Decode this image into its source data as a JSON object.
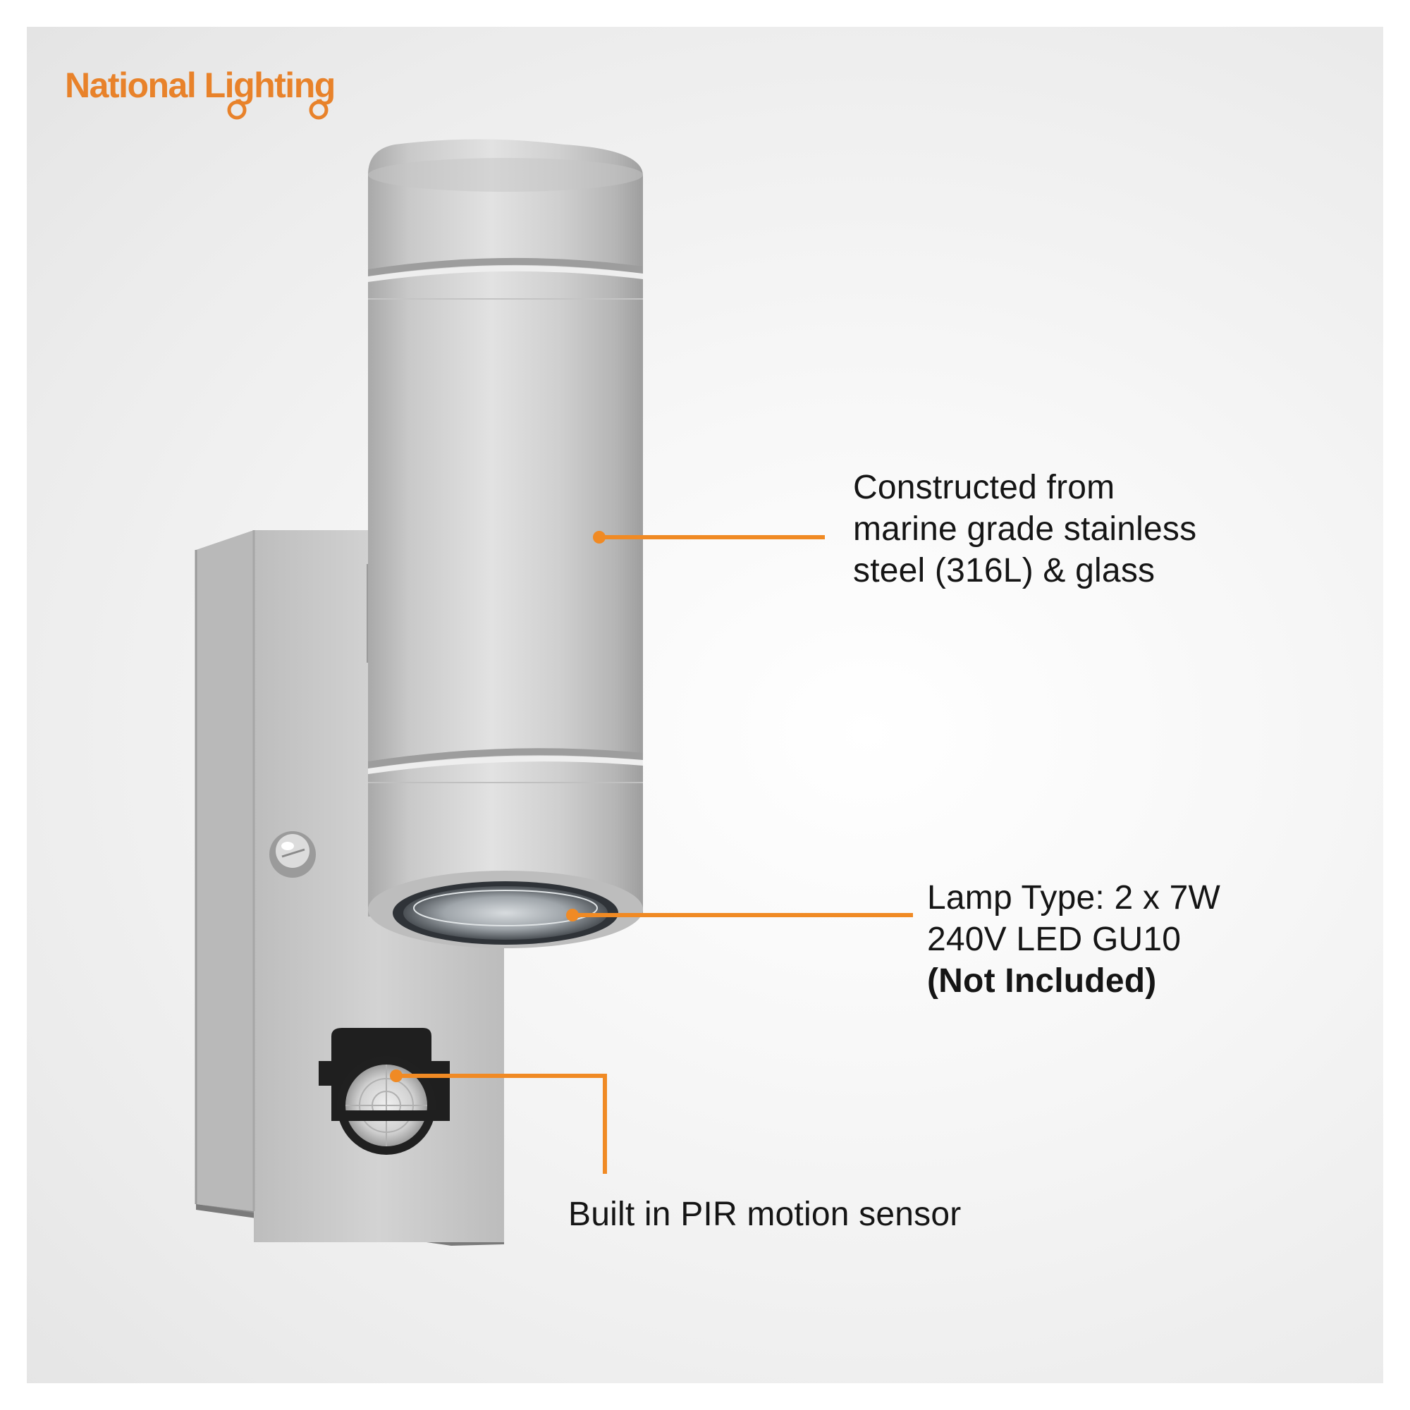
{
  "brand": {
    "name": "National Lighting",
    "accent_color": "#e8822a"
  },
  "callouts": {
    "material": {
      "line1": "Constructed from",
      "line2": "marine grade stainless",
      "line3": "steel (316L) & glass"
    },
    "lamp": {
      "line1": "Lamp Type: 2 x 7W",
      "line2": "240V LED GU10",
      "line3": "(Not Included)"
    },
    "sensor": {
      "line1": "Built in PIR motion sensor"
    }
  },
  "leader_color": "#f08a24"
}
